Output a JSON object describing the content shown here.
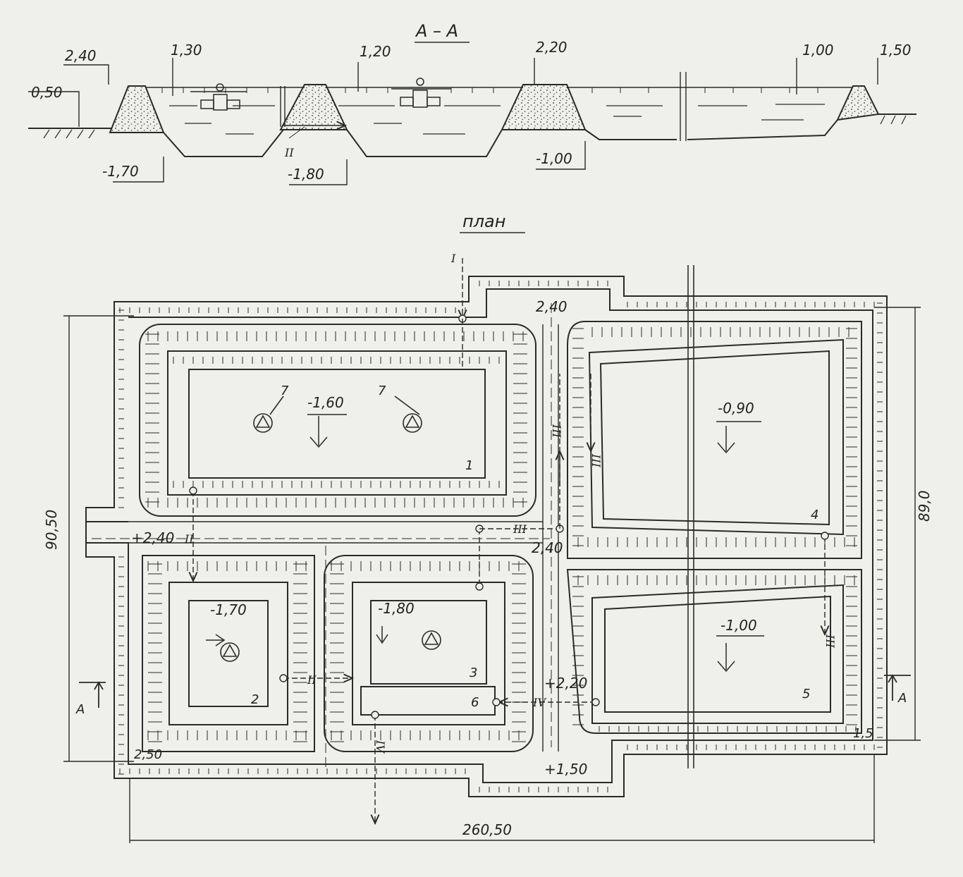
{
  "section": {
    "title": "A – A",
    "marks": {
      "left_bank_top": "2,40",
      "left_ground": "0,50",
      "pond1_water": "1,30",
      "pond2_water": "1,20",
      "middle_dam": "2,20",
      "pond4_water": "1,00",
      "right_bank": "1,50",
      "pond1_bottom": "-1,70",
      "pond2_bottom": "-1,80",
      "pond3_bottom": "-1,00"
    },
    "pipe_label": "II"
  },
  "plan": {
    "title": "план",
    "inlet_label": "I",
    "ponds": [
      {
        "number": "1",
        "level": "-1,60"
      },
      {
        "number": "2",
        "level": "-1,70"
      },
      {
        "number": "3",
        "level": "-1,80"
      },
      {
        "number": "4",
        "level": "-0,90"
      },
      {
        "number": "5",
        "level": "-1,00"
      }
    ],
    "aerator_label": "7",
    "outlet_chamber_label": "6",
    "elevations": {
      "channel_top": "2,40",
      "crossing_top": "2,40",
      "crossing_left": "+2,40",
      "channel_right": "+2,20",
      "bottom_dam": "+1,50",
      "corner_left": "2,50",
      "corner_right": "1,5"
    },
    "pipes": {
      "p2": "II",
      "p3": "III",
      "p4": "IV"
    },
    "dimensions": {
      "width": "260,50",
      "height_left": "90,50",
      "height_right": "89,0"
    },
    "section_marker": "A"
  },
  "colors": {
    "ink": "#2a2a2a",
    "paper": "#efefeb",
    "fill": "#d9d9d4"
  }
}
